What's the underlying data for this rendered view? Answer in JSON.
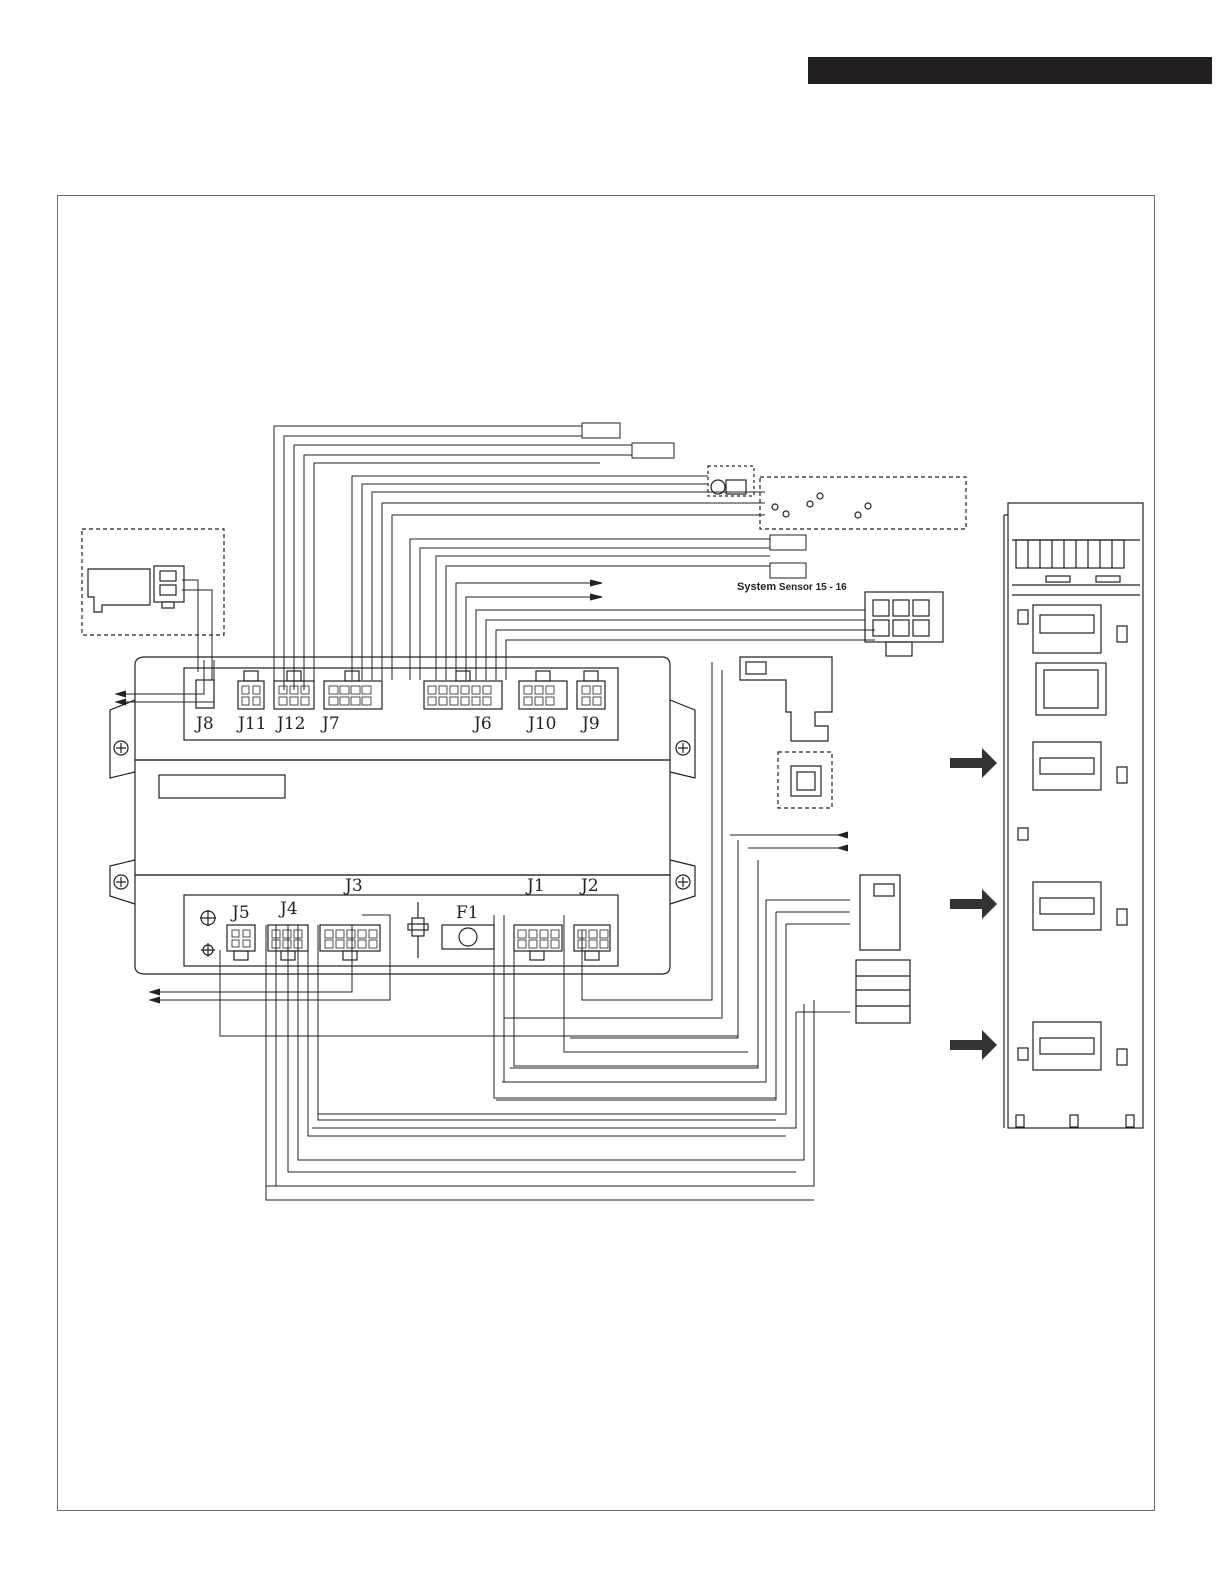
{
  "header": {
    "bar_color": "#231f20"
  },
  "controller": {
    "top_connectors": [
      "J8",
      "J11",
      "J12",
      "J7",
      "J6",
      "J10",
      "J9"
    ],
    "bottom_connectors": [
      "J5",
      "J4",
      "J3",
      "F1",
      "J1",
      "J2"
    ]
  },
  "sensor": {
    "label_bold": "System",
    "label_rest": "Sensor  15 - 16"
  },
  "colors": {
    "line": "#222222",
    "arrow": "#333333"
  }
}
